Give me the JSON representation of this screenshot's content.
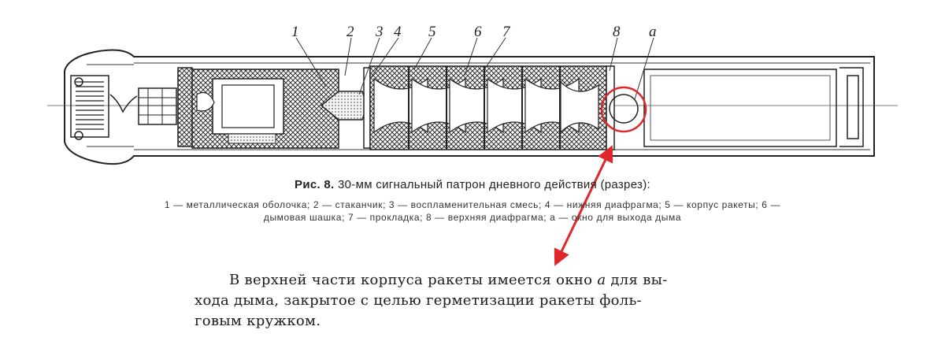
{
  "figure": {
    "part_numbers": [
      "1",
      "2",
      "3",
      "4",
      "5",
      "6",
      "7",
      "8",
      "a"
    ],
    "caption_prefix": "Рис. 8.",
    "caption_text": " 30-мм сигнальный патрон дневного действия (разрез):",
    "legend_line1": "1 — металлическая оболочка;  2 — стаканчик;  3 — воспламенительная  смесь;  4 — нижняя диафрагма;  5 — корпус ракеты;  6 —",
    "legend_line2": "дымовая шашка;  7 — прокладка;  8 — верхняя диафрагма;  a — окно  для выхода дыма"
  },
  "annotation": {
    "circle_color": "#e0262a",
    "arrow_color": "#e0262a"
  },
  "paragraph": {
    "line1_before": "В верхней части корпуса ракеты имеется окно ",
    "line1_letter": "a",
    "line1_after": " для вы-",
    "line2": "хода дыма, закрытое с целью герметизации ракеты фоль-",
    "line3": "говым кружком."
  }
}
